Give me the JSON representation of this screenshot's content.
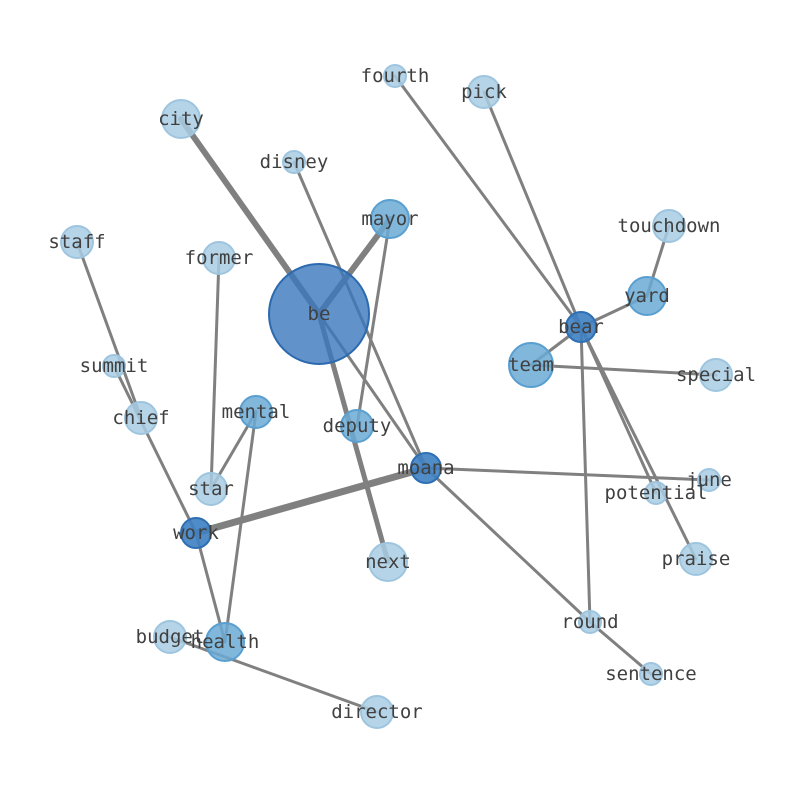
{
  "colors": {
    "edge": "#808080",
    "label": "#404040",
    "node_light": "#a9cce3",
    "node_light_stroke": "#9ec5df",
    "node_mid": "#6aaad5",
    "node_mid_stroke": "#5a9fd0",
    "node_dark": "#3d7fc1",
    "node_dark_stroke": "#2f6fb3",
    "node_hub": "#3a78bd",
    "node_hub_stroke": "#2c6aaf"
  },
  "nodes": [
    {
      "id": "be",
      "label": "be",
      "tone": "hub"
    },
    {
      "id": "city",
      "label": "city",
      "tone": "light"
    },
    {
      "id": "fourth",
      "label": "fourth",
      "tone": "light"
    },
    {
      "id": "pick",
      "label": "pick",
      "tone": "light"
    },
    {
      "id": "disney",
      "label": "disney",
      "tone": "light"
    },
    {
      "id": "mayor",
      "label": "mayor",
      "tone": "mid"
    },
    {
      "id": "touchdown",
      "label": "touchdown",
      "tone": "light"
    },
    {
      "id": "staff",
      "label": "staff",
      "tone": "light"
    },
    {
      "id": "former",
      "label": "former",
      "tone": "light"
    },
    {
      "id": "yard",
      "label": "yard",
      "tone": "mid"
    },
    {
      "id": "bear",
      "label": "bear",
      "tone": "dark"
    },
    {
      "id": "team",
      "label": "team",
      "tone": "mid"
    },
    {
      "id": "special",
      "label": "special",
      "tone": "light"
    },
    {
      "id": "summit",
      "label": "summit",
      "tone": "light"
    },
    {
      "id": "chief",
      "label": "chief",
      "tone": "light"
    },
    {
      "id": "mental",
      "label": "mental",
      "tone": "mid"
    },
    {
      "id": "deputy",
      "label": "deputy",
      "tone": "mid"
    },
    {
      "id": "moana",
      "label": "moana",
      "tone": "dark"
    },
    {
      "id": "june",
      "label": "june",
      "tone": "light"
    },
    {
      "id": "potential",
      "label": "potential",
      "tone": "light"
    },
    {
      "id": "star",
      "label": "star",
      "tone": "light"
    },
    {
      "id": "work",
      "label": "work",
      "tone": "dark"
    },
    {
      "id": "next",
      "label": "next",
      "tone": "light"
    },
    {
      "id": "praise",
      "label": "praise",
      "tone": "light"
    },
    {
      "id": "round",
      "label": "round",
      "tone": "light"
    },
    {
      "id": "budget",
      "label": "budget",
      "tone": "light"
    },
    {
      "id": "health",
      "label": "health",
      "tone": "mid"
    },
    {
      "id": "sentence",
      "label": "sentence",
      "tone": "light"
    },
    {
      "id": "director",
      "label": "director",
      "tone": "light"
    }
  ],
  "edges": [
    {
      "source": "be",
      "target": "city",
      "weight": 6
    },
    {
      "source": "be",
      "target": "mayor",
      "weight": 6
    },
    {
      "source": "be",
      "target": "next",
      "weight": 5
    },
    {
      "source": "be",
      "target": "moana",
      "weight": 3
    },
    {
      "source": "disney",
      "target": "moana",
      "weight": 3
    },
    {
      "source": "mayor",
      "target": "deputy",
      "weight": 3
    },
    {
      "source": "fourth",
      "target": "bear",
      "weight": 3
    },
    {
      "source": "pick",
      "target": "bear",
      "weight": 3
    },
    {
      "source": "touchdown",
      "target": "yard",
      "weight": 3
    },
    {
      "source": "yard",
      "target": "bear",
      "weight": 3
    },
    {
      "source": "bear",
      "target": "team",
      "weight": 3
    },
    {
      "source": "bear",
      "target": "potential",
      "weight": 3
    },
    {
      "source": "bear",
      "target": "praise",
      "weight": 3
    },
    {
      "source": "bear",
      "target": "round",
      "weight": 3
    },
    {
      "source": "team",
      "target": "special",
      "weight": 3
    },
    {
      "source": "staff",
      "target": "chief",
      "weight": 3
    },
    {
      "source": "summit",
      "target": "work",
      "weight": 3
    },
    {
      "source": "former",
      "target": "star",
      "weight": 3
    },
    {
      "source": "mental",
      "target": "star",
      "weight": 3
    },
    {
      "source": "mental",
      "target": "health",
      "weight": 3
    },
    {
      "source": "moana",
      "target": "work",
      "weight": 7
    },
    {
      "source": "moana",
      "target": "june",
      "weight": 3
    },
    {
      "source": "moana",
      "target": "round",
      "weight": 3
    },
    {
      "source": "round",
      "target": "sentence",
      "weight": 3
    },
    {
      "source": "work",
      "target": "health",
      "weight": 3
    },
    {
      "source": "budget",
      "target": "director",
      "weight": 3
    }
  ]
}
